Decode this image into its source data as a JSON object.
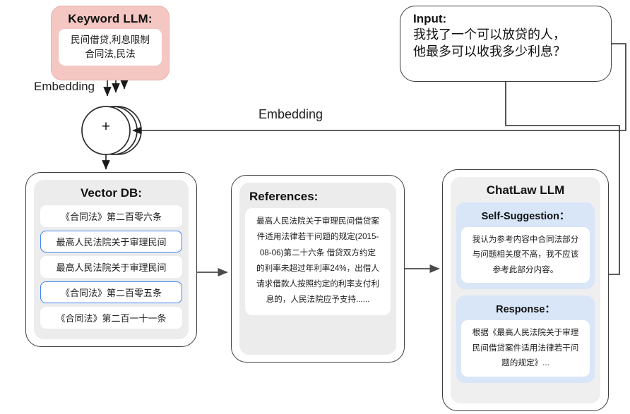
{
  "diagram": {
    "title": "ChatLaw retrieval-augmented generation pipeline",
    "colors": {
      "keyword_box_fill": "#f4c7c3",
      "panel_gray": "#ececec",
      "highlight_border": "#3d85f7",
      "blue_block": "#d9e6f8",
      "stroke": "#3d3d3d"
    }
  },
  "keyword_llm": {
    "title": "Keyword LLM:",
    "keywords_line1": "民间借贷,利息限制",
    "keywords_line2": "合同法,民法"
  },
  "input": {
    "title": "Input:",
    "line1": "我找了一个可以放贷的人，",
    "line2": "他最多可以收我多少利息？"
  },
  "edges": {
    "embedding_left_label": "Embedding",
    "embedding_mid_label": "Embedding",
    "plus_symbol": "+"
  },
  "vector_db": {
    "title": "Vector DB:",
    "items": [
      {
        "text": "《合同法》第二百零六条",
        "highlighted": false
      },
      {
        "text": "最高人民法院关于审理民间",
        "highlighted": true
      },
      {
        "text": "最高人民法院关于审理民间",
        "highlighted": false
      },
      {
        "text": "《合同法》第二百零五条",
        "highlighted": true
      },
      {
        "text": "《合同法》第二百一十一条",
        "highlighted": false
      }
    ]
  },
  "references": {
    "title": "References:",
    "lines": [
      "最高人民法院关于审理民间借贷案",
      "件适用法律若干问题的规定(2015-",
      "08-06)第二十六条 借贷双方约定",
      "的利率未超过年利率24%，出借人",
      "请求借款人按照约定的利率支付利",
      "息的，人民法院应予支持......"
    ]
  },
  "chatlaw": {
    "title": "ChatLaw LLM",
    "self_suggestion": {
      "title": "Self-Suggestion：",
      "lines": [
        "我认为参考内容中合同法部分",
        "与问题相关度不高，我不应该",
        "参考此部分内容。"
      ]
    },
    "response": {
      "title": "Response：",
      "lines": [
        "根据《最高人民法院关于审理",
        "民间借贷案件适用法律若干问",
        "题的规定》..."
      ]
    }
  }
}
